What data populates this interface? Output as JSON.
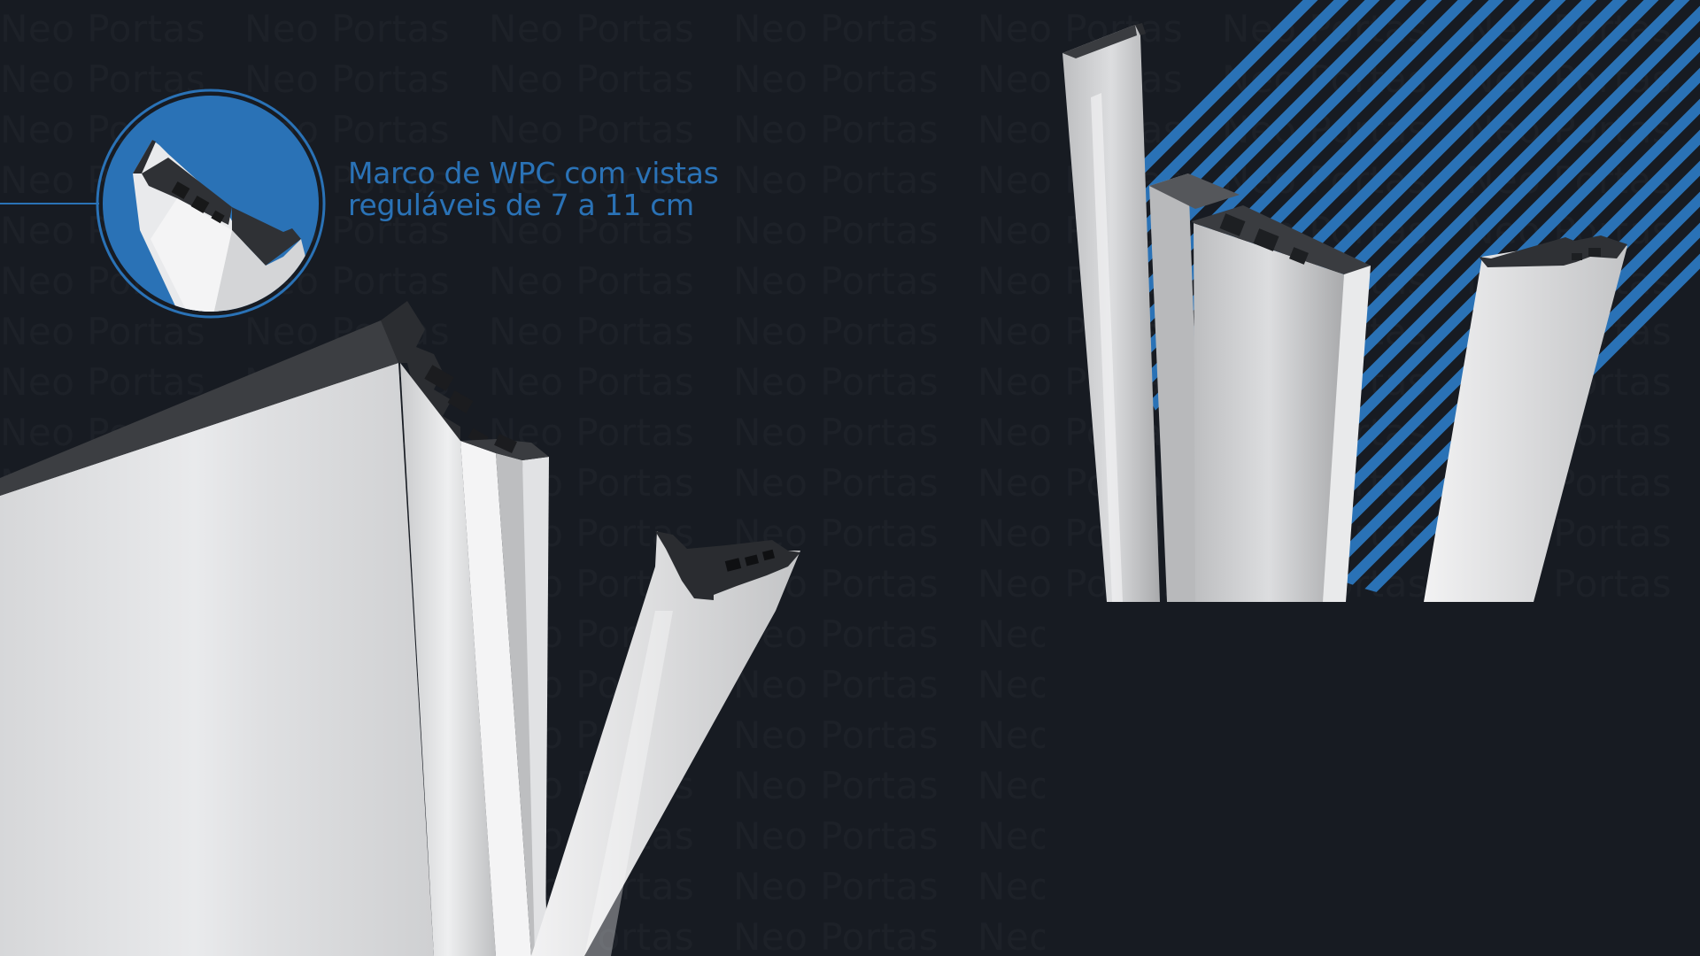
{
  "brand": {
    "watermark_text": "Neo Portas"
  },
  "caption": {
    "line1": "Marco de WPC com vistas",
    "line2": "reguláveis de 7 a 11 cm"
  },
  "colors": {
    "background": "#171b22",
    "accent_blue": "#2a72b6",
    "profile_light": "#e2e3e5",
    "profile_dark": "#2b2d31"
  }
}
